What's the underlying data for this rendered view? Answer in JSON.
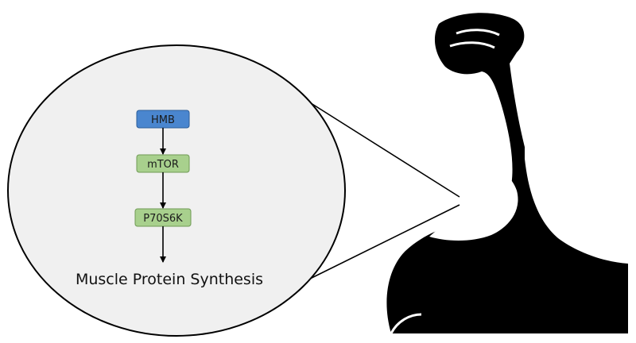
{
  "diagram": {
    "nodes": [
      {
        "id": "hmb",
        "label": "HMB",
        "color": "#4a86cf"
      },
      {
        "id": "mtor",
        "label": "mTOR",
        "color": "#a8d08d"
      },
      {
        "id": "p70s6k",
        "label": "P70S6K",
        "color": "#a8d08d"
      }
    ],
    "outcome": "Muscle Protein Synthesis",
    "edges": [
      {
        "from": "HMB",
        "to": "mTOR"
      },
      {
        "from": "mTOR",
        "to": "P70S6K"
      },
      {
        "from": "P70S6K",
        "to": "Muscle Protein Synthesis"
      }
    ],
    "colors": {
      "zoom_fill": "#f0f0f0",
      "outline": "#000000",
      "arm": "#000000"
    },
    "icons": [
      "flexed-bicep-arm-icon"
    ]
  }
}
